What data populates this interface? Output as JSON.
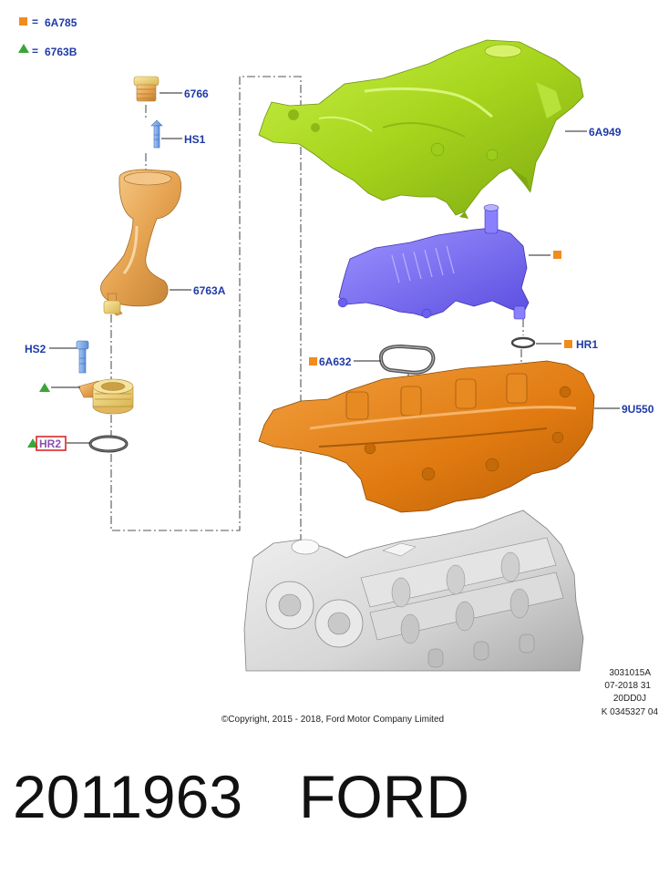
{
  "legend": [
    {
      "shape": "square",
      "color": "#f08c1e",
      "equals": "=",
      "code": "6A785"
    },
    {
      "shape": "triangle",
      "color": "#3aa63a",
      "equals": "=",
      "code": "6763B"
    }
  ],
  "callouts": {
    "c6766": "6766",
    "hs1": "HS1",
    "c6763a": "6763A",
    "hs2": "HS2",
    "hr2": "HR2",
    "c6a949": "6A949",
    "hr1": "HR1",
    "c6a632": "6A632",
    "c9u550": "9U550"
  },
  "colors": {
    "orange_marker": "#f08c1e",
    "green_marker": "#3aa63a",
    "label_blue": "#1f3aa8",
    "hr2_box": "#d9262b",
    "cover_green": "#a8d81e",
    "valve_purple": "#7b6cf0",
    "gasket_orange": "#e07a10",
    "filler_gold": "#e8a955"
  },
  "meta": {
    "code1": "3031015A",
    "code2": "07-2018 31",
    "code3": "20DD0J",
    "code4": "K 0345327 04",
    "copyright": "©Copyright, 2015 - 2018, Ford Motor Company Limited"
  },
  "caption": {
    "part_number": "2011963",
    "brand": "FORD"
  }
}
